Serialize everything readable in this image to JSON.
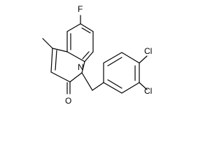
{
  "molecule": {
    "atoms": {
      "fluorine": "F",
      "chlorine_top": "Cl",
      "chlorine_bottom": "Cl",
      "nitrogen": "N",
      "oxygen": "O"
    }
  }
}
